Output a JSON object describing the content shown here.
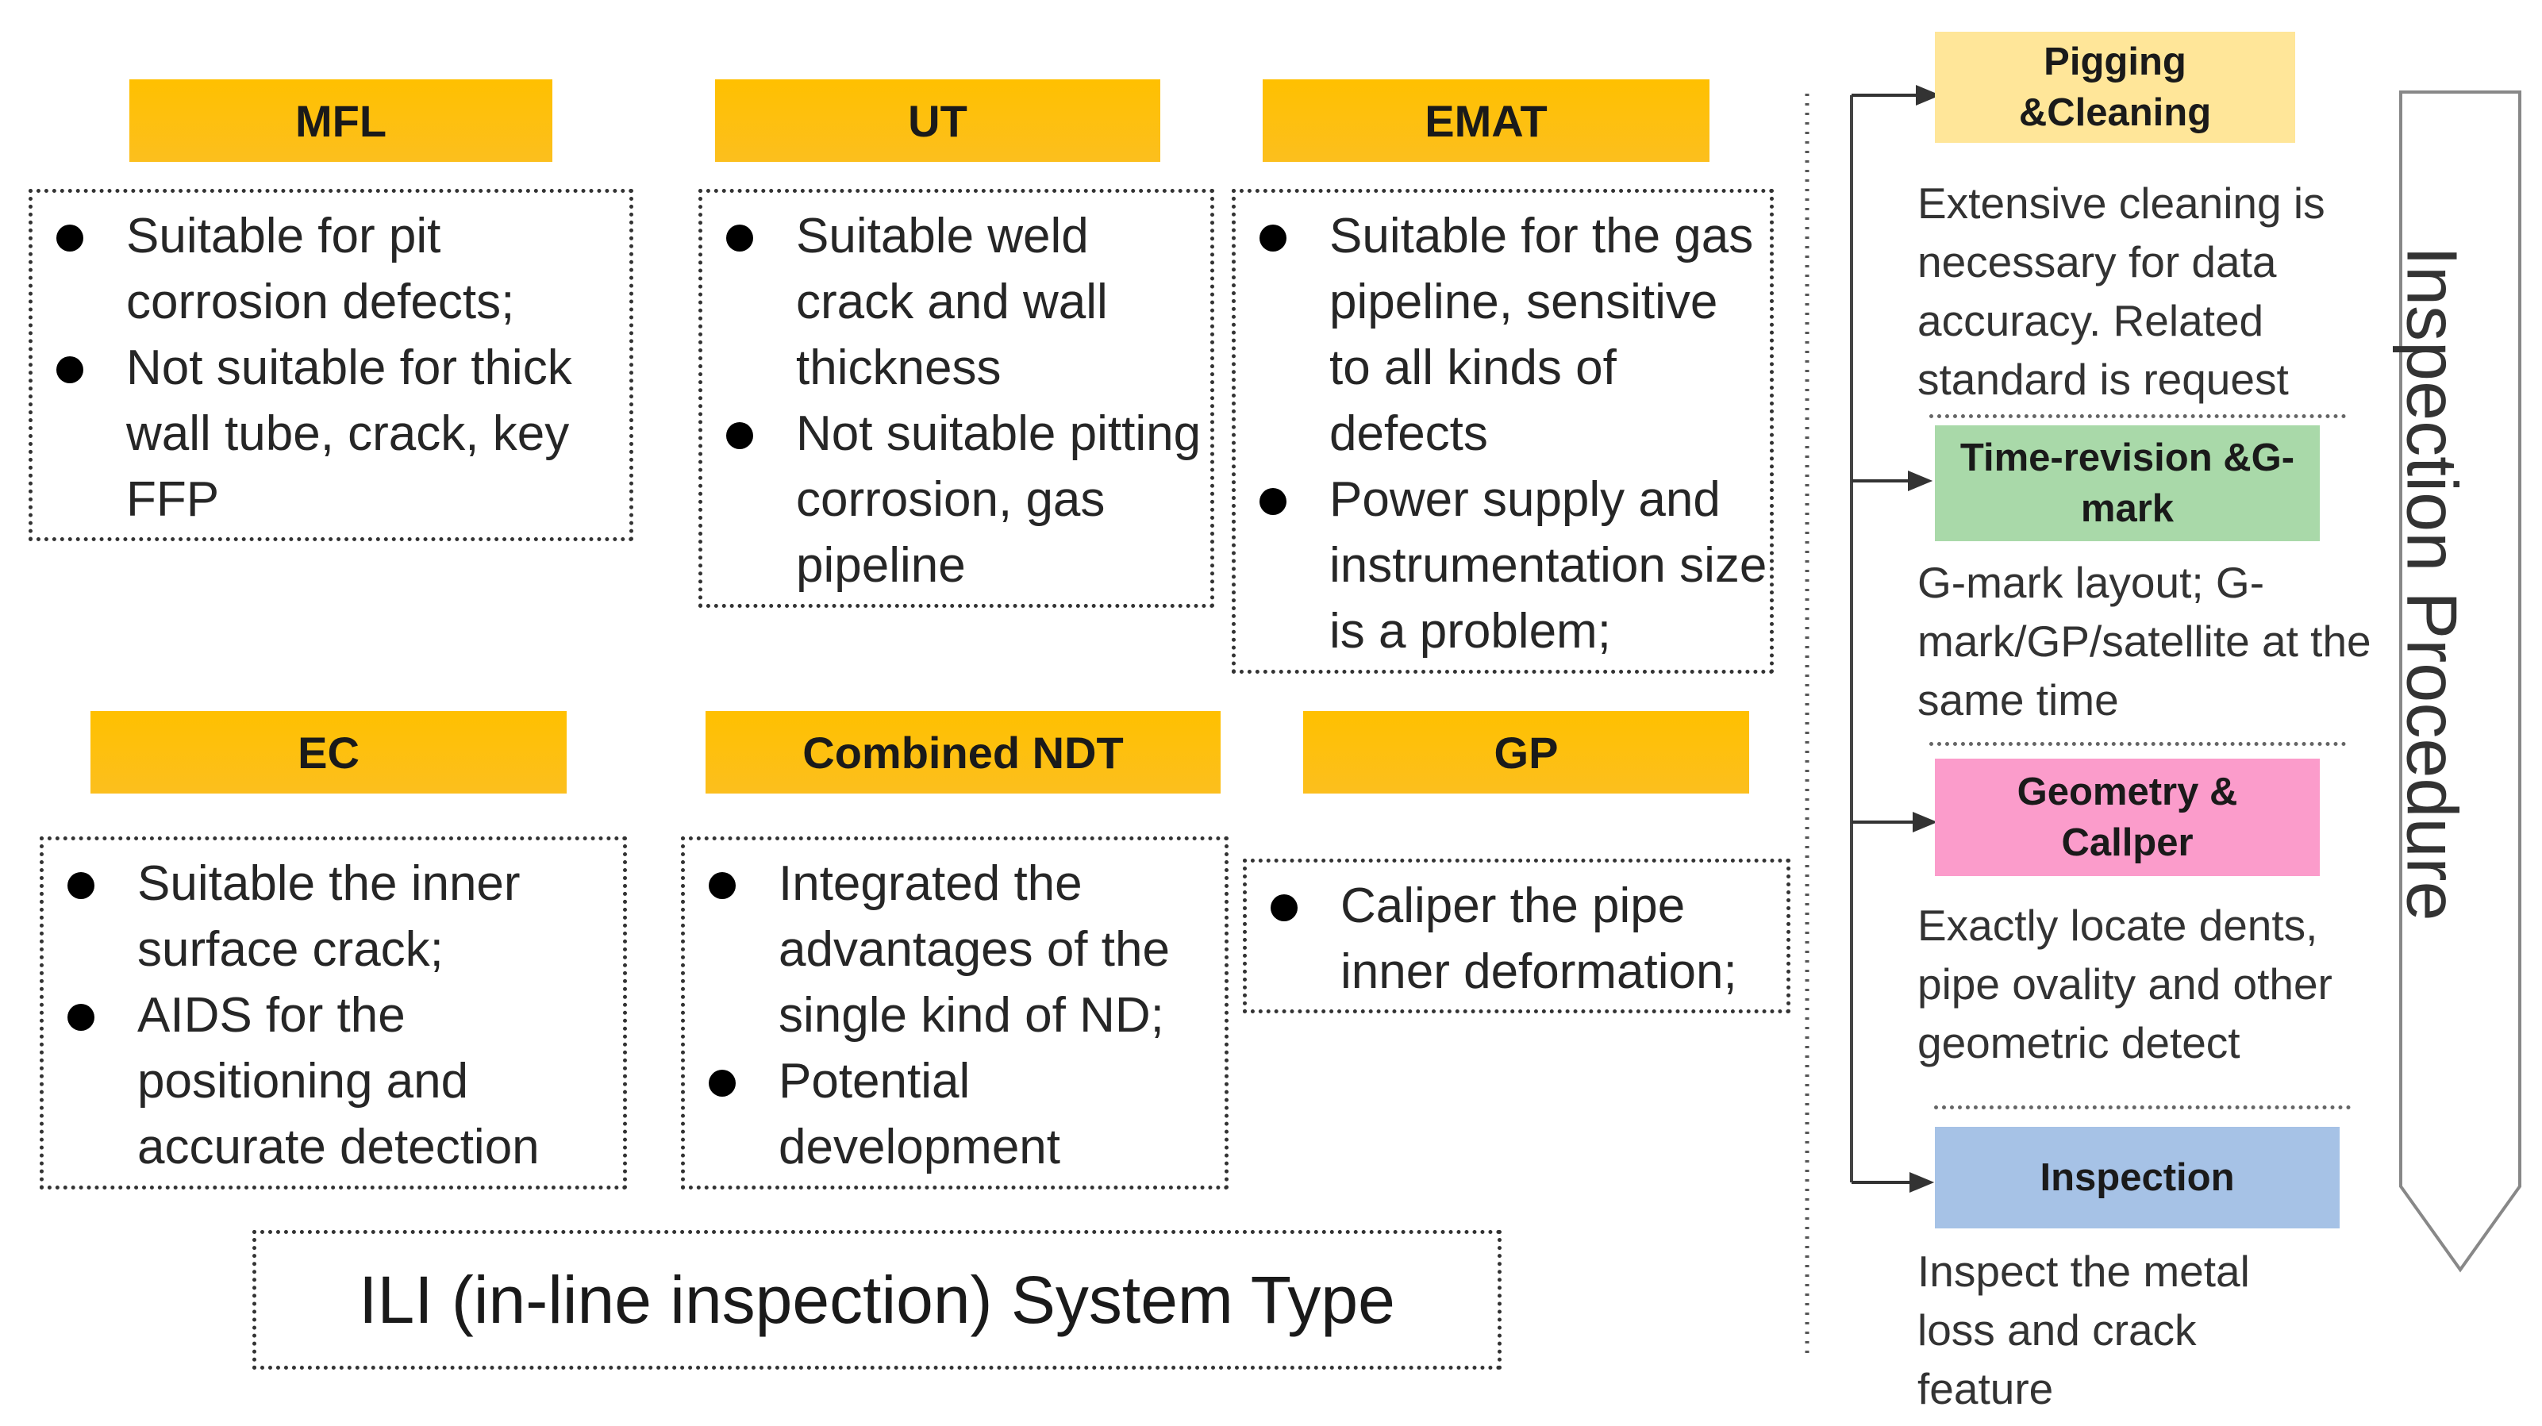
{
  "ili_types": [
    {
      "header": "MFL",
      "bullets": [
        "Suitable for pit corrosion defects;",
        "Not suitable for thick wall tube, crack, key FFP"
      ]
    },
    {
      "header": "UT",
      "bullets": [
        "Suitable weld crack and wall thickness",
        "Not suitable pitting corrosion, gas pipeline"
      ]
    },
    {
      "header": "EMAT",
      "bullets": [
        "Suitable for the gas pipeline, sensitive to all kinds of defects",
        "Power supply and instrumentation size is a problem;"
      ]
    },
    {
      "header": "EC",
      "bullets": [
        "Suitable the inner surface crack;",
        "AIDS for the positioning and accurate detection"
      ]
    },
    {
      "header": "Combined NDT",
      "bullets": [
        "Integrated the advantages of the single kind of ND;",
        "Potential development"
      ]
    },
    {
      "header": "GP",
      "bullets": [
        "Caliper the pipe inner deformation;"
      ]
    }
  ],
  "title": "ILI (in-line inspection) System Type",
  "procedure": {
    "label": "Inspection Procedure",
    "steps": [
      {
        "name": "Pigging &Cleaning",
        "color": "#ffe699",
        "desc": "Extensive cleaning is necessary for data accuracy. Related standard is request"
      },
      {
        "name": "Time-revision &G-mark",
        "color": "#a9d9a9",
        "desc": "G-mark layout; G-mark/GP/satellite at the same time"
      },
      {
        "name": "Geometry & Callper",
        "color": "#fb9ccb",
        "desc": "Exactly locate dents, pipe ovality and other geometric detect"
      },
      {
        "name": "Inspection",
        "color": "#a6c2e6",
        "desc": "Inspect the metal loss and crack feature"
      }
    ]
  }
}
